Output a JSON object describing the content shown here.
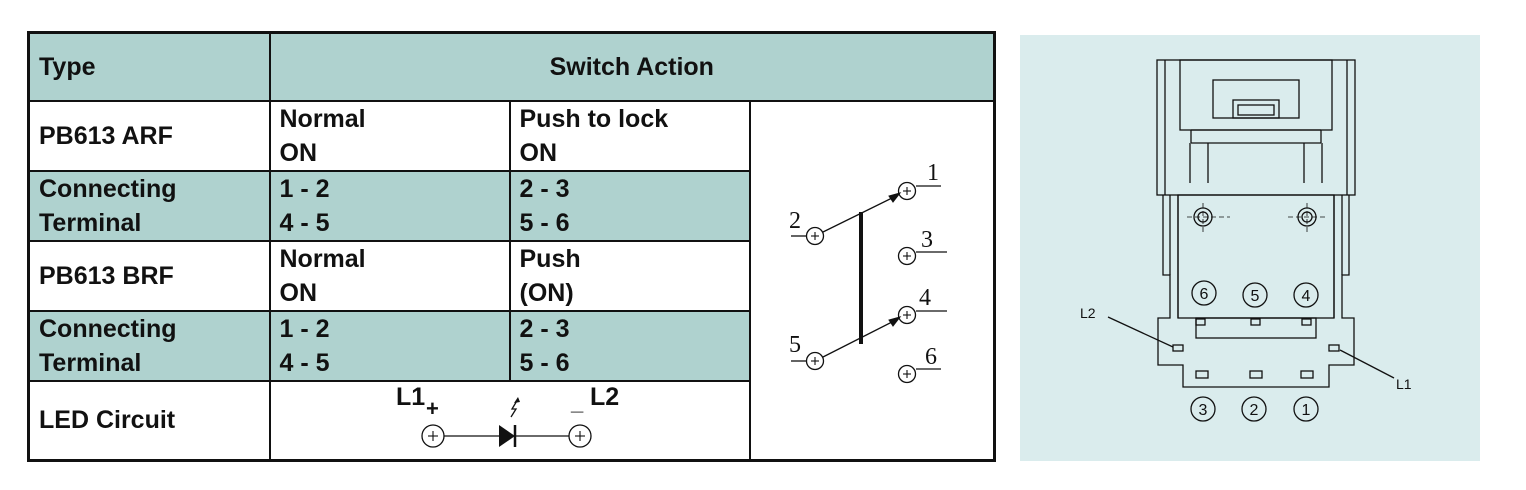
{
  "table": {
    "header": {
      "type_label": "Type",
      "action_label": "Switch Action"
    },
    "rows": [
      {
        "type": "PB613 ARF",
        "col1": [
          "Normal",
          "ON"
        ],
        "col2": [
          "Push to lock",
          "ON"
        ]
      },
      {
        "type": [
          "Connecting",
          "Terminal"
        ],
        "col1": [
          "1 - 2",
          "4 - 5"
        ],
        "col2": [
          "2 - 3",
          "5 - 6"
        ]
      },
      {
        "type": "PB613 BRF",
        "col1": [
          "Normal",
          "ON"
        ],
        "col2": [
          "Push",
          "(ON)"
        ]
      },
      {
        "type": [
          "Connecting",
          "Terminal"
        ],
        "col1": [
          "1 - 2",
          "4 - 5"
        ],
        "col2": [
          "2 - 3",
          "5 - 6"
        ]
      },
      {
        "type": "LED Circuit"
      }
    ],
    "led": {
      "left_label": "L1",
      "left_sign": "+",
      "right_label": "L2",
      "right_sign": "_"
    }
  },
  "schematic": {
    "pins": [
      "1",
      "2",
      "3",
      "4",
      "5",
      "6"
    ]
  },
  "terminal_view": {
    "top_terminals": [
      "6",
      "5",
      "4"
    ],
    "bottom_terminals": [
      "3",
      "2",
      "1"
    ],
    "led_labels": [
      "L2",
      "L1"
    ]
  },
  "colors": {
    "teal": "#afd2cf",
    "panel": "#daeced",
    "line": "#111111"
  }
}
